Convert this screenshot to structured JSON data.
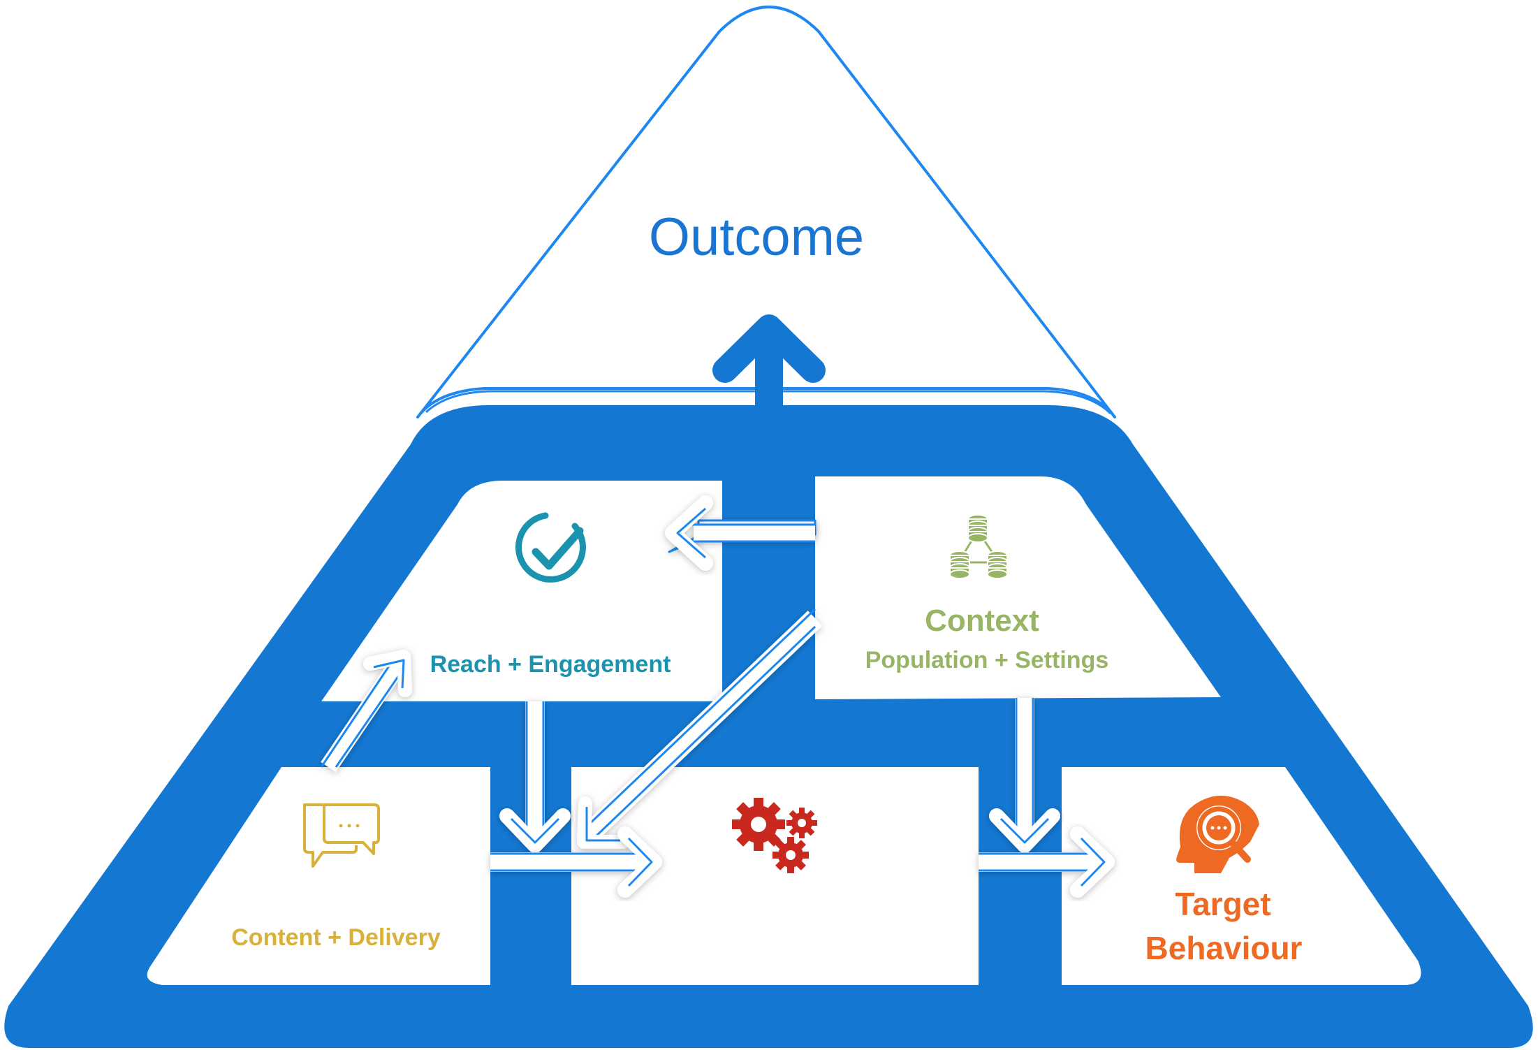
{
  "outcome": {
    "label": "Outcome"
  },
  "reach_engagement": {
    "label": "Reach + Engagement",
    "icon": "check-circle-icon"
  },
  "context": {
    "title": "Context",
    "subtitle": "Population + Settings",
    "icon": "database-network-icon"
  },
  "content_delivery": {
    "label": "Content + Delivery",
    "icon": "chat-bubbles-icon"
  },
  "mechanism": {
    "icon": "gears-icon"
  },
  "target_behaviour": {
    "line1": "Target",
    "line2": "Behaviour",
    "icon": "head-search-icon"
  },
  "colors": {
    "frame_blue": "#1478d2",
    "outline_blue": "#1e87f0",
    "outcome_text": "#1a75d2",
    "reach_teal": "#1c93ae",
    "context_green": "#97b565",
    "content_gold": "#d8b13a",
    "gears_red": "#c8281e",
    "target_orange": "#ee6a23"
  }
}
